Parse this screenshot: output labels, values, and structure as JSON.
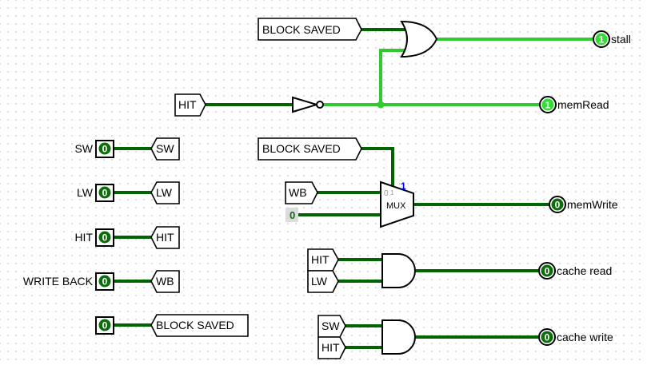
{
  "colors": {
    "wire_dark": "#006400",
    "wire_bright": "#2ecc2e",
    "pin_dark": "#0b6e0b",
    "pin_bright": "#33dd33"
  },
  "tunnels": {
    "block_saved_top": "BLOCK SAVED",
    "hit_top": "HIT",
    "block_saved_mid": "BLOCK SAVED",
    "wb_mux": "WB",
    "sw_left": "SW",
    "lw_left": "LW",
    "hit_left": "HIT",
    "wb_left": "WB",
    "block_saved_left": "BLOCK SAVED",
    "hit_and1": "HIT",
    "lw_and1": "LW",
    "sw_and2": "SW",
    "hit_and2": "HIT"
  },
  "inputs": {
    "sw": {
      "label": "SW",
      "value": "0"
    },
    "lw": {
      "label": "LW",
      "value": "0"
    },
    "hit": {
      "label": "HIT",
      "value": "0"
    },
    "write_back": {
      "label": "WRITE BACK",
      "value": "0"
    },
    "block_saved": {
      "label": "",
      "value": "0"
    }
  },
  "outputs": {
    "stall": {
      "label": "stall",
      "value": "1"
    },
    "memRead": {
      "label": "memRead",
      "value": "1"
    },
    "memWrite": {
      "label": "memWrite",
      "value": "0"
    },
    "cache_read": {
      "label": "cache read",
      "value": "0"
    },
    "cache_write": {
      "label": "cache write",
      "value": "0"
    }
  },
  "mux": {
    "label": "MUX",
    "sel_value": "1",
    "in0": "0",
    "in1": "1"
  },
  "constant": {
    "value": "0"
  }
}
